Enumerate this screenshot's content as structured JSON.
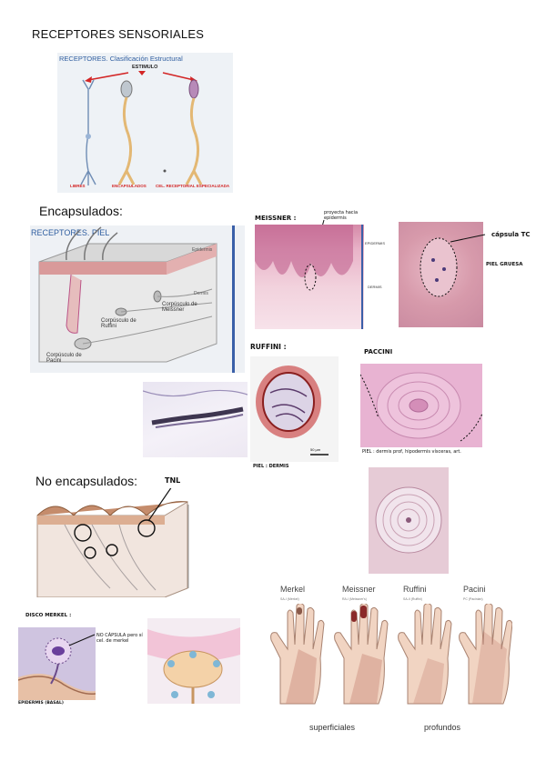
{
  "page_title": "RECEPTORES SENSORIALES",
  "sections": {
    "encapsulados": "Encapsulados:",
    "no_encapsulados": "No encapsulados:"
  },
  "fig_clasificacion": {
    "title": "RECEPTORES. Clasificación Estructural",
    "stimulus": "ESTIMULO",
    "labels": [
      "LIBRES",
      "ENCAPSULADOS",
      "CEL. RECEPTORIAL ESPECIALIZADA"
    ]
  },
  "fig_piel": {
    "title": "RECEPTORES. PIEL",
    "labels": {
      "epidermis": "Epidermis",
      "dermis": "Dermis",
      "meissner": "Corpúsculo de Meissner",
      "ruffini": "Corpúsculo de Ruffini",
      "pacini": "Corpúsculo de Pacini"
    }
  },
  "meissner": {
    "heading": "MEISSNER :",
    "note": "proyecta hacia epidermis",
    "side_epidermis": "EPIDERMIS",
    "side_dermis": "DERMIS",
    "capsula": "cápsula TC",
    "piel_gruesa": "PIEL GRUESA"
  },
  "ruffini": {
    "heading": "RUFFINI :",
    "scale": "50 µm",
    "caption": "PIEL : DERMIS"
  },
  "pacini": {
    "heading": "PACCINI",
    "caption": "PIEL : dermis prof, hipodermis vísceras, art."
  },
  "no_enc": {
    "tnl": "TNL"
  },
  "merkel": {
    "heading": "DISCO MERKEL :",
    "note": "NO CÁPSULA pero sí cel. de merkel",
    "caption": "EPIDERMIS (BASAL)"
  },
  "hands": {
    "labels": [
      "Merkel",
      "Meissner",
      "Ruffini",
      "Pacini"
    ],
    "sublabels": [
      "SA-I (Merkel)",
      "RA-I (Meissner's)",
      "SA-II (Ruffini)",
      "PC (Pacinian)"
    ],
    "superficiales": "superficiales",
    "profundos": "profundos"
  },
  "colors": {
    "histo_pink": "#e7a9c8",
    "histo_purple": "#8a5a9c",
    "skin_tan": "#e9c9a8",
    "fig_blue": "#3a6aa8",
    "dermis_red": "#d98a8a"
  }
}
